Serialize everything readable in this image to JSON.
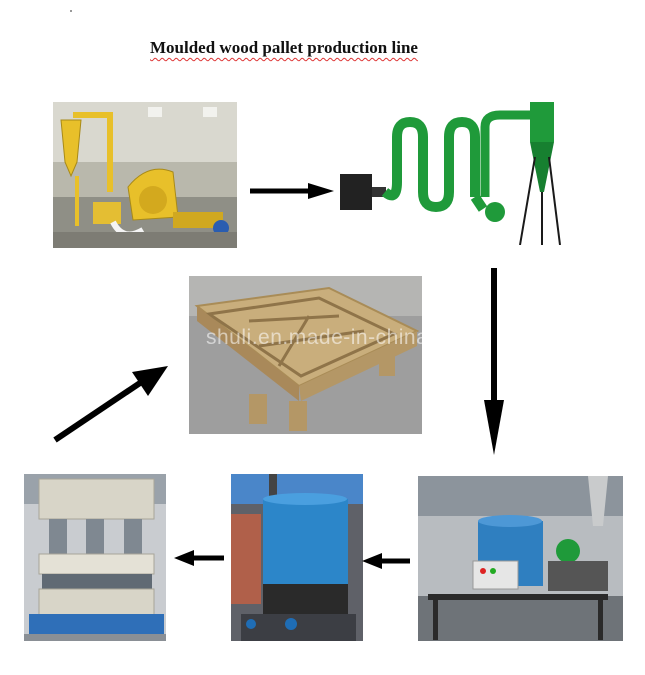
{
  "title": "Moulded wood pallet production line",
  "watermark": "shuli.en.made-in-china.com",
  "steps": [
    {
      "name": "wood crusher"
    },
    {
      "name": "airflow dryer"
    },
    {
      "name": "glue mixer"
    },
    {
      "name": "heating furnace"
    },
    {
      "name": "hydraulic press"
    },
    {
      "name": "moulded pallet"
    }
  ],
  "colors": {
    "crusher_yellow": "#e8c02a",
    "dryer_green": "#1f9a3a",
    "mixer_blue": "#2f7fc0",
    "furnace_blue": "#2c86c9",
    "press_frame": "#d8d5c8",
    "press_base": "#2f6fb8",
    "pallet": "#c9ae7c",
    "arrow": "#000000"
  }
}
